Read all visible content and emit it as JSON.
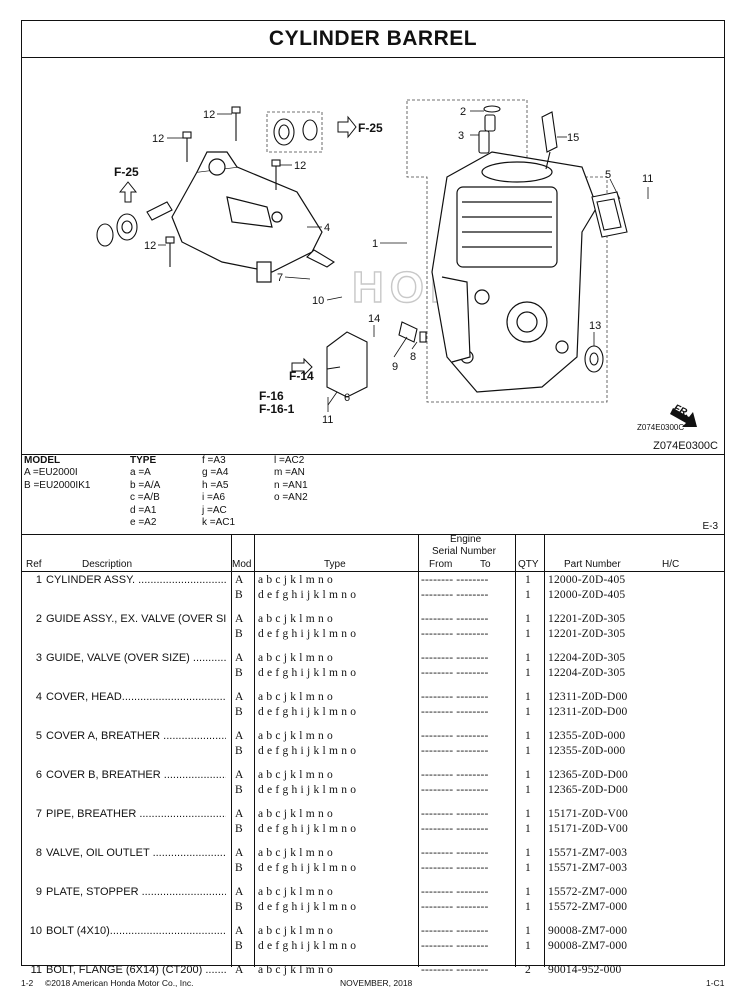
{
  "title": "CYLINDER BARREL",
  "diagram": {
    "code_corner": "Z074E0300C",
    "code_small": "Z074E0300C",
    "arrow_label": "FR.",
    "watermark": "HONDA",
    "callouts": {
      "c1": "1",
      "c2": "2",
      "c3": "3",
      "c4": "4",
      "c5": "5",
      "c6": "6",
      "c7": "7",
      "c8": "8",
      "c9": "9",
      "c10": "10",
      "c11a": "11",
      "c11b": "11",
      "c12a": "12",
      "c12b": "12",
      "c12c": "12",
      "c12d": "12",
      "c13": "13",
      "c14": "14",
      "c15": "15"
    },
    "refs": {
      "f25a": "F-25",
      "f25b": "F-25",
      "f14": "F-14",
      "f16": "F-16",
      "f161": "F-16-1"
    }
  },
  "legend": {
    "model_header": "MODEL",
    "models": [
      "A =EU2000I",
      "B =EU2000IK1"
    ],
    "type_header": "TYPE",
    "types_col1": [
      "a =A",
      "b =A/A",
      "c =A/B",
      "d =A1",
      "e =A2"
    ],
    "types_col2": [
      "f =A3",
      "g =A4",
      "h =A5",
      "i =A6",
      "j =AC",
      "k =AC1"
    ],
    "types_col3": [
      "l =AC2",
      "m =AN",
      "n =AN1",
      "o =AN2"
    ],
    "page_ref": "E-3"
  },
  "table": {
    "headers": {
      "ref": "Ref",
      "description": "Description",
      "mod": "Mod",
      "type": "Type",
      "engine": "Engine",
      "serial": "Serial Number",
      "from": "From",
      "to": "To",
      "qty": "QTY",
      "part_number": "Part Number",
      "hc": "H/C"
    },
    "rows": [
      {
        "ref": "1",
        "desc": "CYLINDER ASSY. .......................................",
        "lines": [
          {
            "mod": "A",
            "type": "a b c j k l m n o",
            "serial": "-------- --------",
            "qty": "1",
            "part": "12000-Z0D-405"
          },
          {
            "mod": "B",
            "type": "d e f g h i j k l m n o",
            "serial": "-------- --------",
            "qty": "1",
            "part": "12000-Z0D-405"
          }
        ]
      },
      {
        "ref": "2",
        "desc": "GUIDE ASSY., EX. VALVE (OVER SIZE) ..",
        "lines": [
          {
            "mod": "A",
            "type": "a b c j k l m n o",
            "serial": "-------- --------",
            "qty": "1",
            "part": "12201-Z0D-305"
          },
          {
            "mod": "B",
            "type": "d e f g h i j k l m n o",
            "serial": "-------- --------",
            "qty": "1",
            "part": "12201-Z0D-305"
          }
        ]
      },
      {
        "ref": "3",
        "desc": "GUIDE, VALVE (OVER SIZE) ....................",
        "lines": [
          {
            "mod": "A",
            "type": "a b c j k l m n o",
            "serial": "-------- --------",
            "qty": "1",
            "part": "12204-Z0D-305"
          },
          {
            "mod": "B",
            "type": "d e f g h i j k l m n o",
            "serial": "-------- --------",
            "qty": "1",
            "part": "12204-Z0D-305"
          }
        ]
      },
      {
        "ref": "4",
        "desc": "COVER, HEAD.................................................",
        "lines": [
          {
            "mod": "A",
            "type": "a b c j k l m n o",
            "serial": "-------- --------",
            "qty": "1",
            "part": "12311-Z0D-D00"
          },
          {
            "mod": "B",
            "type": "d e f g h i j k l m n o",
            "serial": "-------- --------",
            "qty": "1",
            "part": "12311-Z0D-D00"
          }
        ]
      },
      {
        "ref": "5",
        "desc": "COVER A, BREATHER ...............................",
        "lines": [
          {
            "mod": "A",
            "type": "a b c j k l m n o",
            "serial": "-------- --------",
            "qty": "1",
            "part": "12355-Z0D-000"
          },
          {
            "mod": "B",
            "type": "d e f g h i j k l m n o",
            "serial": "-------- --------",
            "qty": "1",
            "part": "12355-Z0D-000"
          }
        ]
      },
      {
        "ref": "6",
        "desc": "COVER B, BREATHER ...............................",
        "lines": [
          {
            "mod": "A",
            "type": "a b c j k l m n o",
            "serial": "-------- --------",
            "qty": "1",
            "part": "12365-Z0D-D00"
          },
          {
            "mod": "B",
            "type": "d e f g h i j k l m n o",
            "serial": "-------- --------",
            "qty": "1",
            "part": "12365-Z0D-D00"
          }
        ]
      },
      {
        "ref": "7",
        "desc": "PIPE, BREATHER .......................................",
        "lines": [
          {
            "mod": "A",
            "type": "a b c j k l m n o",
            "serial": "-------- --------",
            "qty": "1",
            "part": "15171-Z0D-V00"
          },
          {
            "mod": "B",
            "type": "d e f g h i j k l m n o",
            "serial": "-------- --------",
            "qty": "1",
            "part": "15171-Z0D-V00"
          }
        ]
      },
      {
        "ref": "8",
        "desc": "VALVE, OIL OUTLET .................................",
        "lines": [
          {
            "mod": "A",
            "type": "a b c j k l m n o",
            "serial": "-------- --------",
            "qty": "1",
            "part": "15571-ZM7-003"
          },
          {
            "mod": "B",
            "type": "d e f g h i j k l m n o",
            "serial": "-------- --------",
            "qty": "1",
            "part": "15571-ZM7-003"
          }
        ]
      },
      {
        "ref": "9",
        "desc": "PLATE, STOPPER .......................................",
        "lines": [
          {
            "mod": "A",
            "type": "a b c j k l m n o",
            "serial": "-------- --------",
            "qty": "1",
            "part": "15572-ZM7-000"
          },
          {
            "mod": "B",
            "type": "d e f g h i j k l m n o",
            "serial": "-------- --------",
            "qty": "1",
            "part": "15572-ZM7-000"
          }
        ]
      },
      {
        "ref": "10",
        "desc": "BOLT (4X10)...................................................",
        "lines": [
          {
            "mod": "A",
            "type": "a b c j k l m n o",
            "serial": "-------- --------",
            "qty": "1",
            "part": "90008-ZM7-000"
          },
          {
            "mod": "B",
            "type": "d e f g h i j k l m n o",
            "serial": "-------- --------",
            "qty": "1",
            "part": "90008-ZM7-000"
          }
        ]
      },
      {
        "ref": "11",
        "desc": "BOLT, FLANGE (6X14) (CT200) ..................",
        "lines": [
          {
            "mod": "A",
            "type": "a b c j k l m n o",
            "serial": "-------- --------",
            "qty": "2",
            "part": "90014-952-000"
          }
        ]
      }
    ]
  },
  "footer": {
    "page": "1-2",
    "copyright": "©2018  American Honda Motor Co., Inc.",
    "date": "NOVEMBER, 2018",
    "code": "1-C1"
  }
}
